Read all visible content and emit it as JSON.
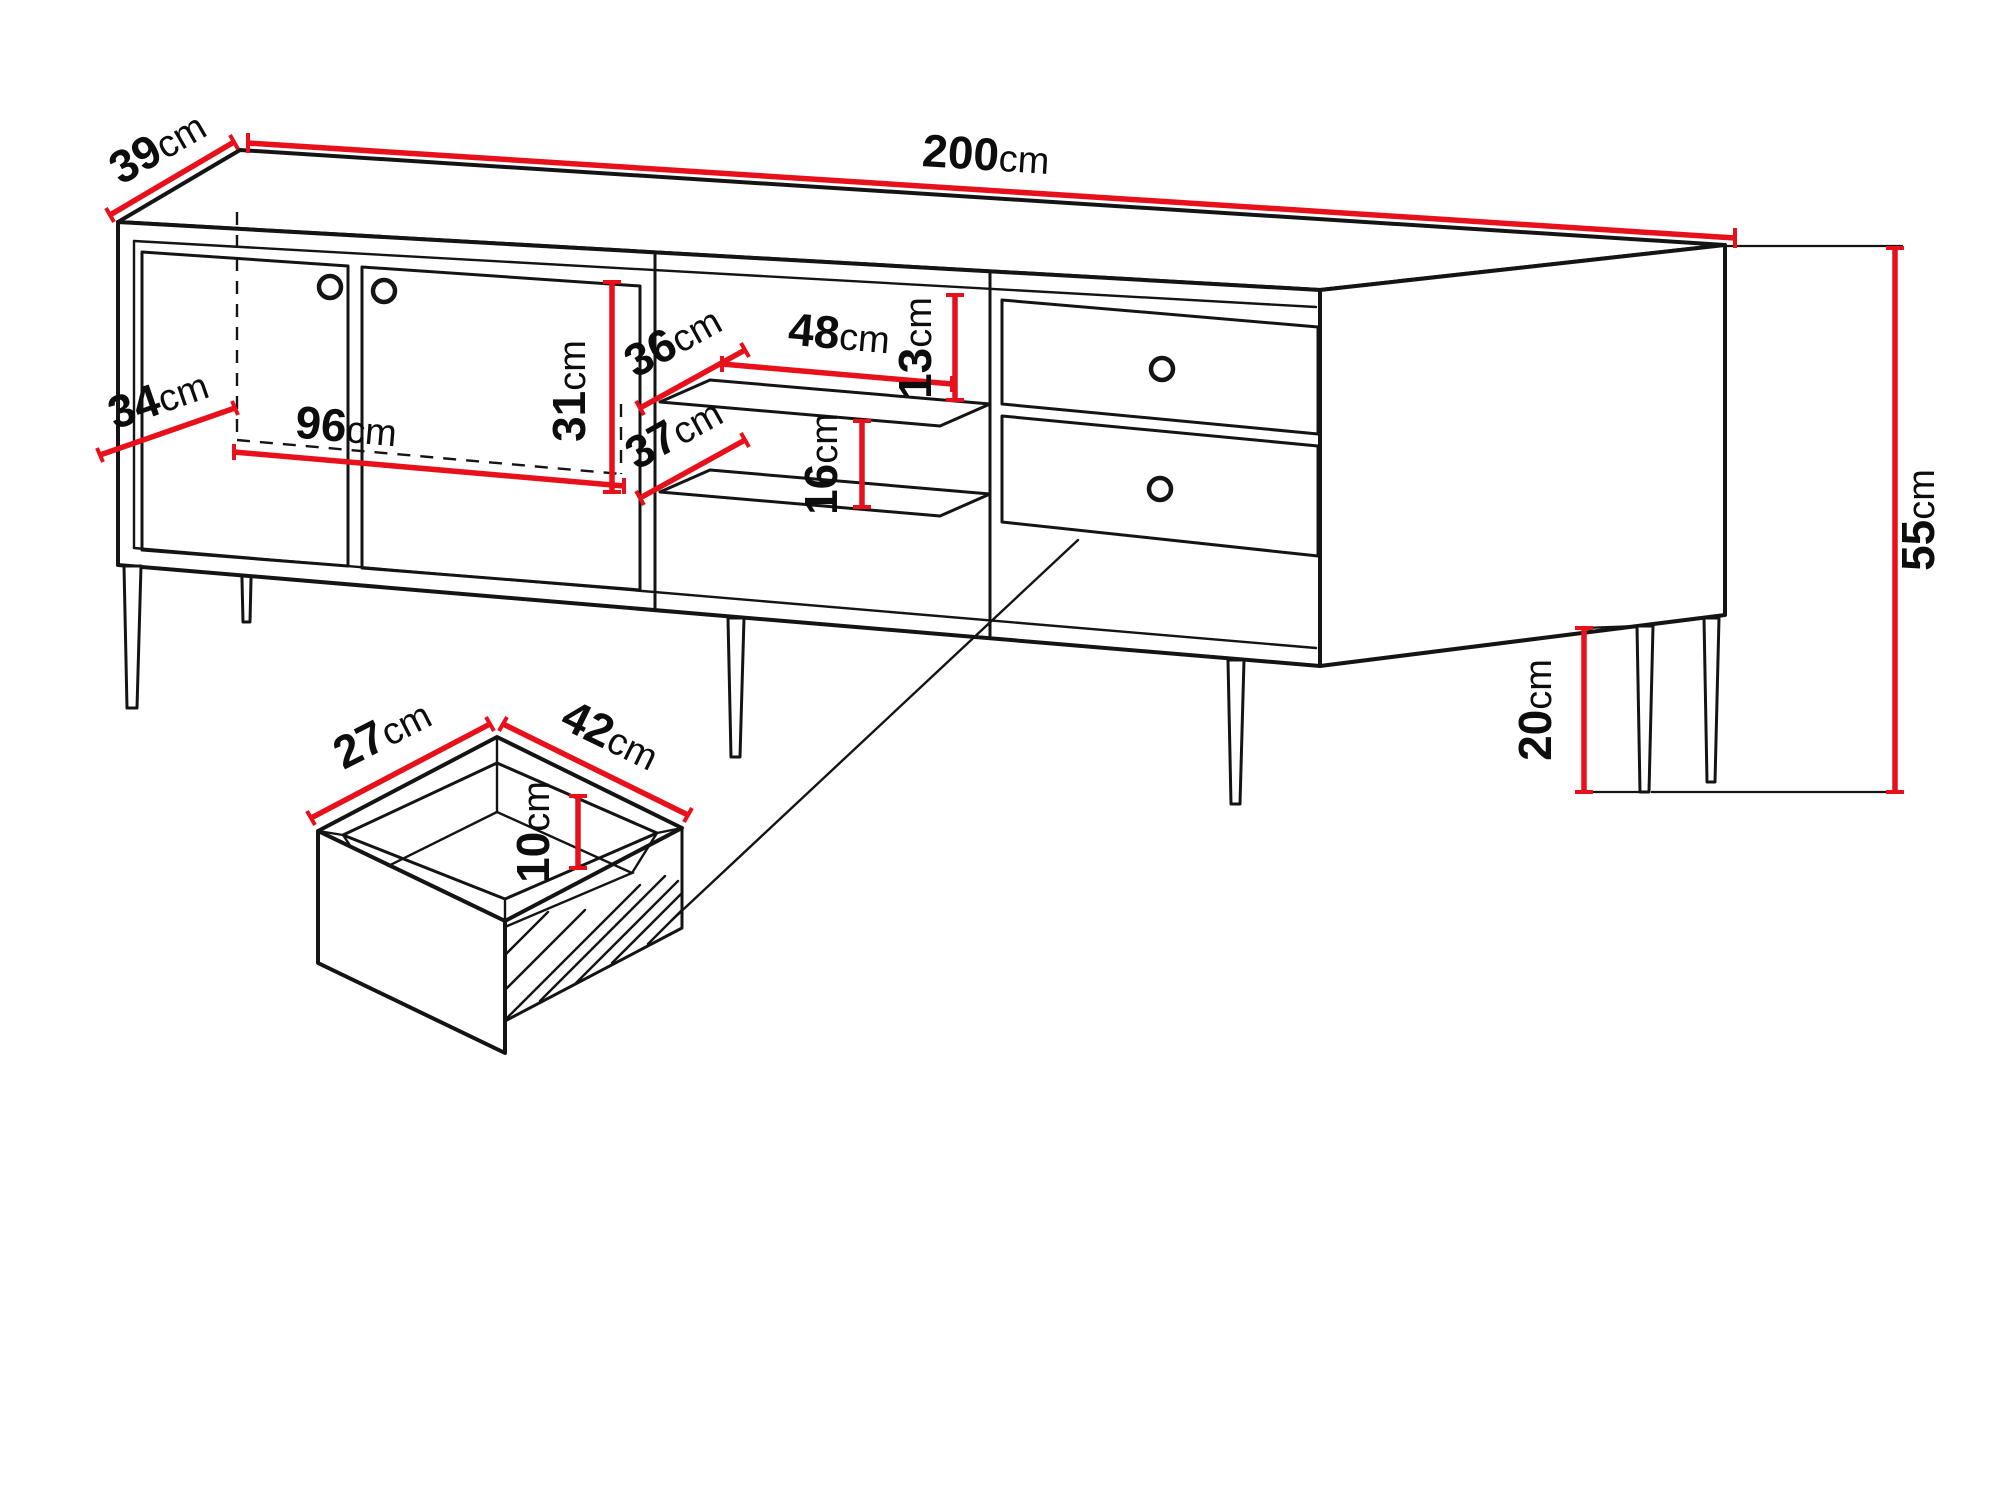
{
  "diagram": {
    "unit": "cm",
    "colors": {
      "dimension_line": "#e8111b",
      "outline": "#141414",
      "background": "#ffffff"
    },
    "dimensions": {
      "width": {
        "value": "200",
        "unit": "cm"
      },
      "depth": {
        "value": "39",
        "unit": "cm"
      },
      "height": {
        "value": "55",
        "unit": "cm"
      },
      "leg_height": {
        "value": "20",
        "unit": "cm"
      },
      "inner_width": {
        "value": "96",
        "unit": "cm"
      },
      "inner_depth": {
        "value": "34",
        "unit": "cm"
      },
      "inner_height": {
        "value": "31",
        "unit": "cm"
      },
      "shelf_depth": {
        "value": "36",
        "unit": "cm"
      },
      "shelf_width": {
        "value": "48",
        "unit": "cm"
      },
      "shelf_height": {
        "value": "13",
        "unit": "cm"
      },
      "lower_shelf_depth": {
        "value": "37",
        "unit": "cm"
      },
      "lower_shelf_height": {
        "value": "16",
        "unit": "cm"
      },
      "drawer_depth": {
        "value": "27",
        "unit": "cm"
      },
      "drawer_width": {
        "value": "42",
        "unit": "cm"
      },
      "drawer_height": {
        "value": "10",
        "unit": "cm"
      }
    }
  }
}
